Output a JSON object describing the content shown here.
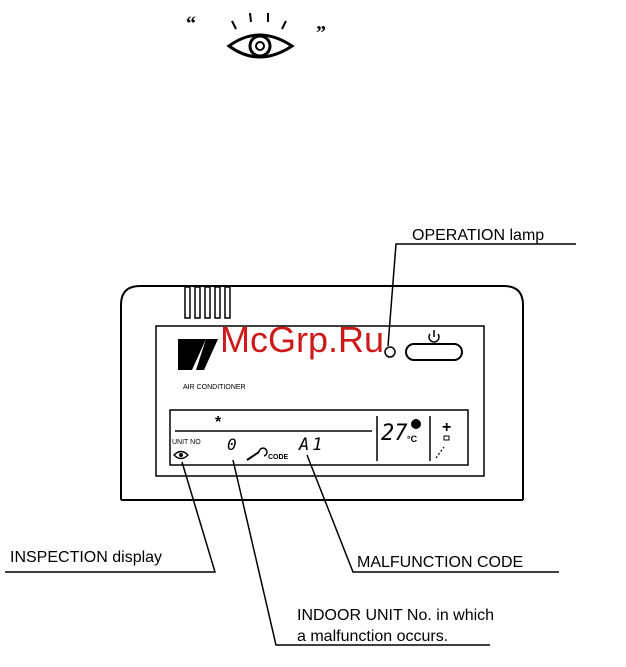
{
  "watermark": "McGrp.Ru",
  "labels": {
    "operation_lamp": "OPERATION lamp",
    "inspection_display": "INSPECTION display",
    "malfunction_code": "MALFUNCTION CODE",
    "indoor_unit_line1": "INDOOR UNIT No. in which",
    "indoor_unit_line2": "a malfunction occurs."
  },
  "panel": {
    "brand_caption": "AIR CONDITIONER",
    "unit_no_label": "UNIT NO",
    "unit_no_value": "0",
    "code_label": "CODE",
    "code_value": "A1",
    "temp_value": "27",
    "temp_unit": "°C",
    "plus_symbol": "+",
    "star_symbol": "*"
  },
  "colors": {
    "watermark": "#cc1a1a",
    "ink": "#000000"
  }
}
